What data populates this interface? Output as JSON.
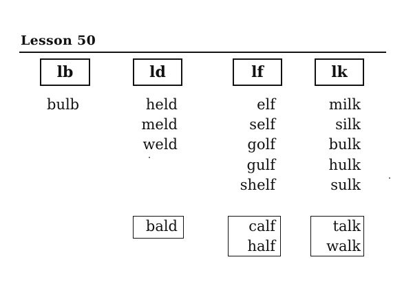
{
  "lesson": {
    "title": "Lesson 50"
  },
  "columns": [
    {
      "header": "lb",
      "words": [
        "bulb"
      ],
      "boxed_words": []
    },
    {
      "header": "ld",
      "words": [
        "held",
        "meld",
        "weld"
      ],
      "boxed_words": [
        "bald"
      ]
    },
    {
      "header": "lf",
      "words": [
        "elf",
        "self",
        "golf",
        "gulf",
        "shelf"
      ],
      "boxed_words": [
        "calf",
        "half"
      ]
    },
    {
      "header": "lk",
      "words": [
        "milk",
        "silk",
        "bulk",
        "hulk",
        "sulk"
      ],
      "boxed_words": [
        "talk",
        "walk"
      ]
    }
  ]
}
